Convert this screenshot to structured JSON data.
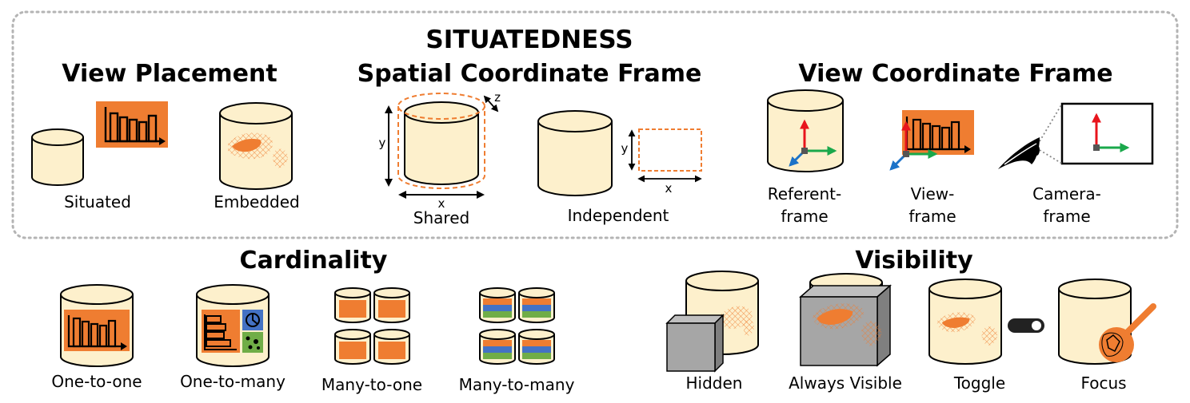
{
  "colors": {
    "cylinder_fill": "#fdf0cc",
    "accent": "#ef7d31",
    "x_axis": "#1aa84b",
    "y_axis": "#e8141c",
    "z_axis": "#1b72c8",
    "blue_band": "#4472c4",
    "green_band": "#70ad47",
    "box_gray": "#a6a6a6",
    "border_gray": "#b4b4b4"
  },
  "situatedness": {
    "title": "SITUATEDNESS",
    "view_placement": {
      "title": "View Placement",
      "items": [
        {
          "label": "Situated",
          "icon": "cylinder-with-floating-chart-icon"
        },
        {
          "label": "Embedded",
          "icon": "cylinder-with-embedded-heatmap-icon"
        }
      ]
    },
    "spatial_frame": {
      "title": "Spatial Coordinate Frame",
      "shared": {
        "label": "Shared",
        "x": "x",
        "y": "y",
        "z": "z"
      },
      "independent": {
        "label": "Independent",
        "x": "x",
        "y": "y"
      }
    },
    "view_frame": {
      "title": "View Coordinate Frame",
      "items": [
        {
          "label1": "Referent-",
          "label2": "frame",
          "icon": "cylinder-axes-icon"
        },
        {
          "label1": "View-",
          "label2": "frame",
          "icon": "chart-axes-icon"
        },
        {
          "label1": "Camera-",
          "label2": "frame",
          "icon": "eye-camera-icon"
        }
      ]
    }
  },
  "cardinality": {
    "title": "Cardinality",
    "items": [
      {
        "label": "One-to-one"
      },
      {
        "label": "One-to-many"
      },
      {
        "label": "Many-to-one"
      },
      {
        "label": "Many-to-many"
      }
    ]
  },
  "visibility": {
    "title": "Visibility",
    "items": [
      {
        "label": "Hidden"
      },
      {
        "label": "Always Visible"
      },
      {
        "label": "Toggle"
      },
      {
        "label": "Focus"
      }
    ]
  }
}
